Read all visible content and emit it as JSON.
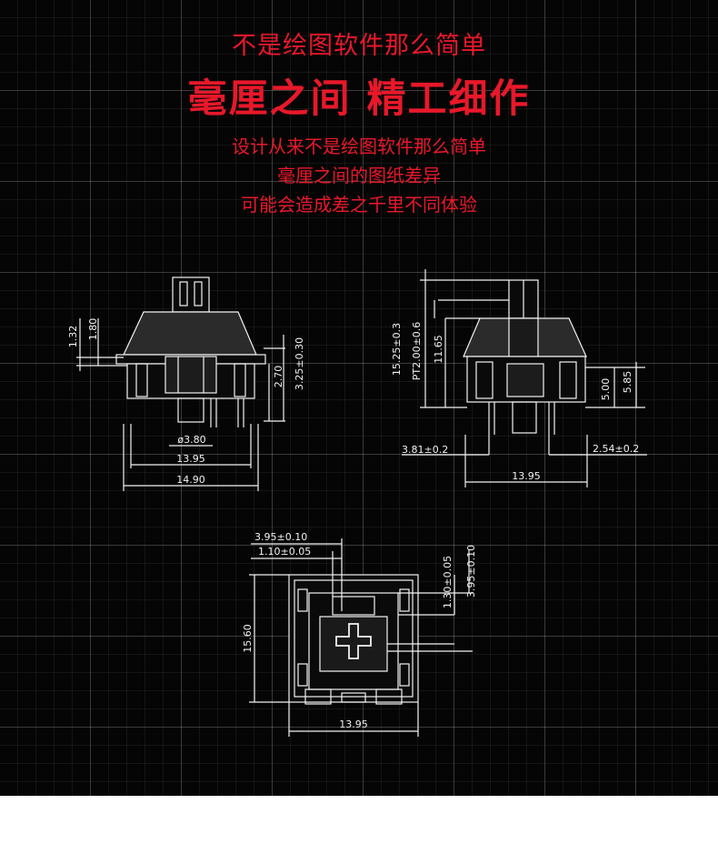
{
  "header": {
    "title_line1": "不是绘图软件那么简单",
    "title_line2": "毫厘之间 精工细作",
    "sub_line1": "设计从来不是绘图软件那么简单",
    "sub_line2": "毫厘之间的图纸差异",
    "sub_line3": "可能会造成差之千里不同体验"
  },
  "colors": {
    "accent": "#e8182a",
    "background": "#050505",
    "line": "#f2f2f2"
  },
  "drawing_front": {
    "dim_1": "1.32",
    "dim_2": "1.80",
    "dim_3": "2.70",
    "dim_4": "3.25±0.30",
    "dim_5": "ø3.80",
    "dim_6": "13.95",
    "dim_7": "14.90"
  },
  "drawing_side": {
    "dim_1": "15.25±0.3",
    "dim_2": "PT2.00±0.6",
    "dim_3": "11.65",
    "dim_4": "5.00",
    "dim_5": "5.85",
    "dim_6": "3.81±0.2",
    "dim_7": "2.54±0.2",
    "dim_8": "13.95"
  },
  "drawing_top": {
    "dim_1": "3.95±0.10",
    "dim_2": "1.10±0.05",
    "dim_3": "1.30±0.05",
    "dim_4": "3.95±0.10",
    "dim_5": "15.60",
    "dim_6": "13.95"
  }
}
